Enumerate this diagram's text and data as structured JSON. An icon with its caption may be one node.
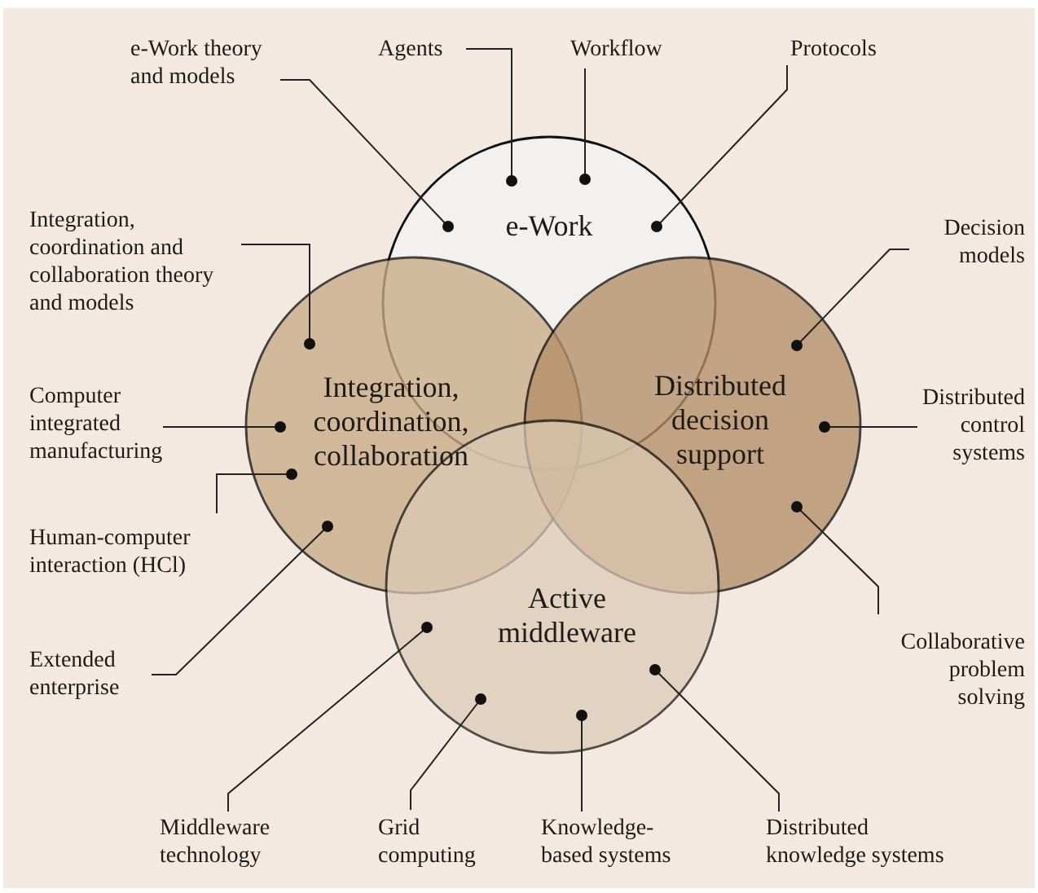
{
  "diagram": {
    "nodes": [
      {
        "text": [
          "e-Work"
        ]
      },
      {
        "text": [
          "Integration, coordination, collaboration"
        ]
      },
      {
        "text": [
          "Distributed decision support"
        ]
      },
      {
        "text": [
          "Active middleware"
        ]
      },
      {
        "text": [
          "e-Work theory and models"
        ]
      },
      {
        "text": [
          "Agents"
        ]
      },
      {
        "text": [
          "Workflow"
        ]
      },
      {
        "text": [
          "Protocols"
        ]
      },
      {
        "text": [
          "Decision models"
        ]
      },
      {
        "text": [
          "Distributed control systems"
        ]
      },
      {
        "text": [
          "Collaborative problem solving"
        ]
      },
      {
        "text": [
          "Distributed knowledge systems"
        ]
      },
      {
        "text": [
          "Knowledge-based systems"
        ]
      },
      {
        "text": [
          "Grid computing"
        ]
      },
      {
        "text": [
          "Middleware technology"
        ]
      },
      {
        "text": [
          "Extended enterprise"
        ]
      },
      {
        "text": [
          "Human-computer interaction (HCl)"
        ]
      },
      {
        "text": [
          "Computer integrated manufacturing"
        ]
      },
      {
        "text": [
          "Integration, coordination and collaboration theory and models"
        ]
      }
    ],
    "edges": [
      {
        "from": 4,
        "to": 0,
        "arrow": "other"
      },
      {
        "from": 5,
        "to": 0,
        "arrow": "other"
      },
      {
        "from": 6,
        "to": 0,
        "arrow": "other"
      },
      {
        "from": 7,
        "to": 0,
        "arrow": "other"
      },
      {
        "from": 8,
        "to": 2,
        "arrow": "other"
      },
      {
        "from": 9,
        "to": 2,
        "arrow": "other"
      },
      {
        "from": 10,
        "to": 2,
        "arrow": "other"
      },
      {
        "from": 11,
        "to": 3,
        "arrow": "other"
      },
      {
        "from": 12,
        "to": 3,
        "arrow": "other"
      },
      {
        "from": 13,
        "to": 3,
        "arrow": "other"
      },
      {
        "from": 14,
        "to": 3,
        "arrow": "other"
      },
      {
        "from": 15,
        "to": 1,
        "arrow": "other"
      },
      {
        "from": 16,
        "to": 1,
        "arrow": "other"
      },
      {
        "from": 17,
        "to": 1,
        "arrow": "other"
      },
      {
        "from": 18,
        "to": 1,
        "arrow": "other"
      }
    ]
  }
}
